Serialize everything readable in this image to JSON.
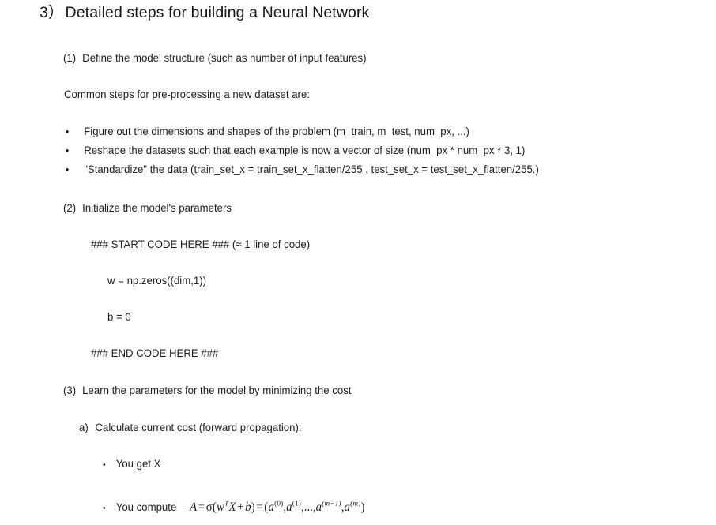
{
  "document": {
    "title": {
      "number": "3）",
      "text": "Detailed steps for building a Neural Network"
    },
    "steps": [
      {
        "marker": "(1)",
        "text": "Define the model structure (such as number of input features)"
      },
      {
        "marker": "(2)",
        "text": "Initialize the model's parameters"
      },
      {
        "marker": "(3)",
        "text": "Learn the parameters for the model by minimizing the cost"
      }
    ],
    "intro_line": "Common steps for pre-processing a new dataset are:",
    "bullets": [
      "Figure out the dimensions and shapes of the problem (m_train, m_test, num_px, ...)",
      "Reshape the datasets such that each example is now a vector of size (num_px * num_px * 3, 1)",
      "\"Standardize\" the data (train_set_x = train_set_x_flatten/255 , test_set_x = test_set_x_flatten/255.)"
    ],
    "bullet_glyph": "•",
    "code_block": {
      "start_marker": "### START CODE HERE ### (≈ 1 line of code)",
      "lines": [
        "w = np.zeros((dim,1))",
        "b = 0"
      ],
      "end_marker": "### END CODE HERE ###"
    },
    "substep": {
      "marker": "a)",
      "text": "Calculate current cost (forward propagation):"
    },
    "subbullets": [
      {
        "text": "You get X",
        "formula": null
      },
      {
        "text": "You compute",
        "formula": {
          "lhs": "A",
          "equals": "=",
          "sigma": "σ",
          "open": "(",
          "w": "w",
          "w_sup": "T",
          "X": "X",
          "plus": "+",
          "b": "b",
          "close": ")",
          "equals2": "=",
          "vector_open": "(",
          "terms": [
            {
              "base": "a",
              "sup": "(0)",
              "italic_sup": false
            },
            {
              "base": "a",
              "sup": "(1)",
              "italic_sup": false
            },
            {
              "base": "a",
              "sup": "(m−1)",
              "italic_sup": true
            },
            {
              "base": "a",
              "sup": "(m)",
              "italic_sup": true
            }
          ],
          "ellipsis": ",...,",
          "separator": ",",
          "vector_close": ")",
          "plain_text": "A = σ(wᵀX + b) = (a⁽⁰⁾,a⁽¹⁾,...,a⁽ᵐ⁻¹⁾,a⁽ᵐ⁾)"
        }
      }
    ]
  },
  "colors": {
    "background": "#ffffff",
    "text": "#1a1a1a",
    "title": "#161616"
  }
}
